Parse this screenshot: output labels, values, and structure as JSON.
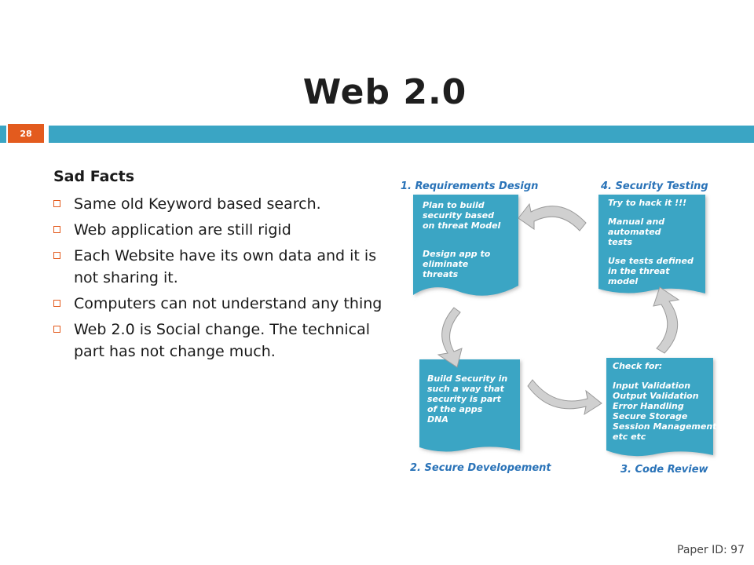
{
  "slide": {
    "title": "Web 2.0",
    "page_number": "28",
    "footer": "Paper ID: 97"
  },
  "content": {
    "heading": "Sad Facts",
    "bullets": [
      "Same old Keyword based search.",
      "Web application are still rigid",
      "Each Website have its own data and it is not sharing it.",
      "Computers can not understand any thing",
      "Web 2.0 is Social change. The technical part has not change much."
    ]
  },
  "diagram": {
    "steps": [
      {
        "title": "1. Requirements Design",
        "lines": [
          "Plan to build",
          "security based",
          "on threat Model",
          "",
          "Design app to",
          "eliminate",
          "threats"
        ]
      },
      {
        "title": "4. Security Testing",
        "lines": [
          "Try to hack it !!!",
          "",
          "Manual and",
          "automated",
          "tests",
          "",
          "Use tests defined",
          "in the threat",
          "model"
        ]
      },
      {
        "title": "2. Secure Developement",
        "lines": [
          "Build Security in",
          "such a way that",
          " security is part",
          "of the apps",
          "DNA"
        ]
      },
      {
        "title": "3. Code Review",
        "lines": [
          "Check for:",
          "",
          "Input Validation",
          "Output Validation",
          "Error Handling",
          "Secure Storage",
          " Session Management",
          "etc etc"
        ]
      }
    ],
    "colors": {
      "box": "#3aa5c4",
      "title_text": "#2a73b8",
      "arrow": "#cfcfcf"
    }
  },
  "colors": {
    "accent_bar": "#3aa5c4",
    "page_badge": "#e35b1e",
    "bullet": "#e35b1e"
  }
}
